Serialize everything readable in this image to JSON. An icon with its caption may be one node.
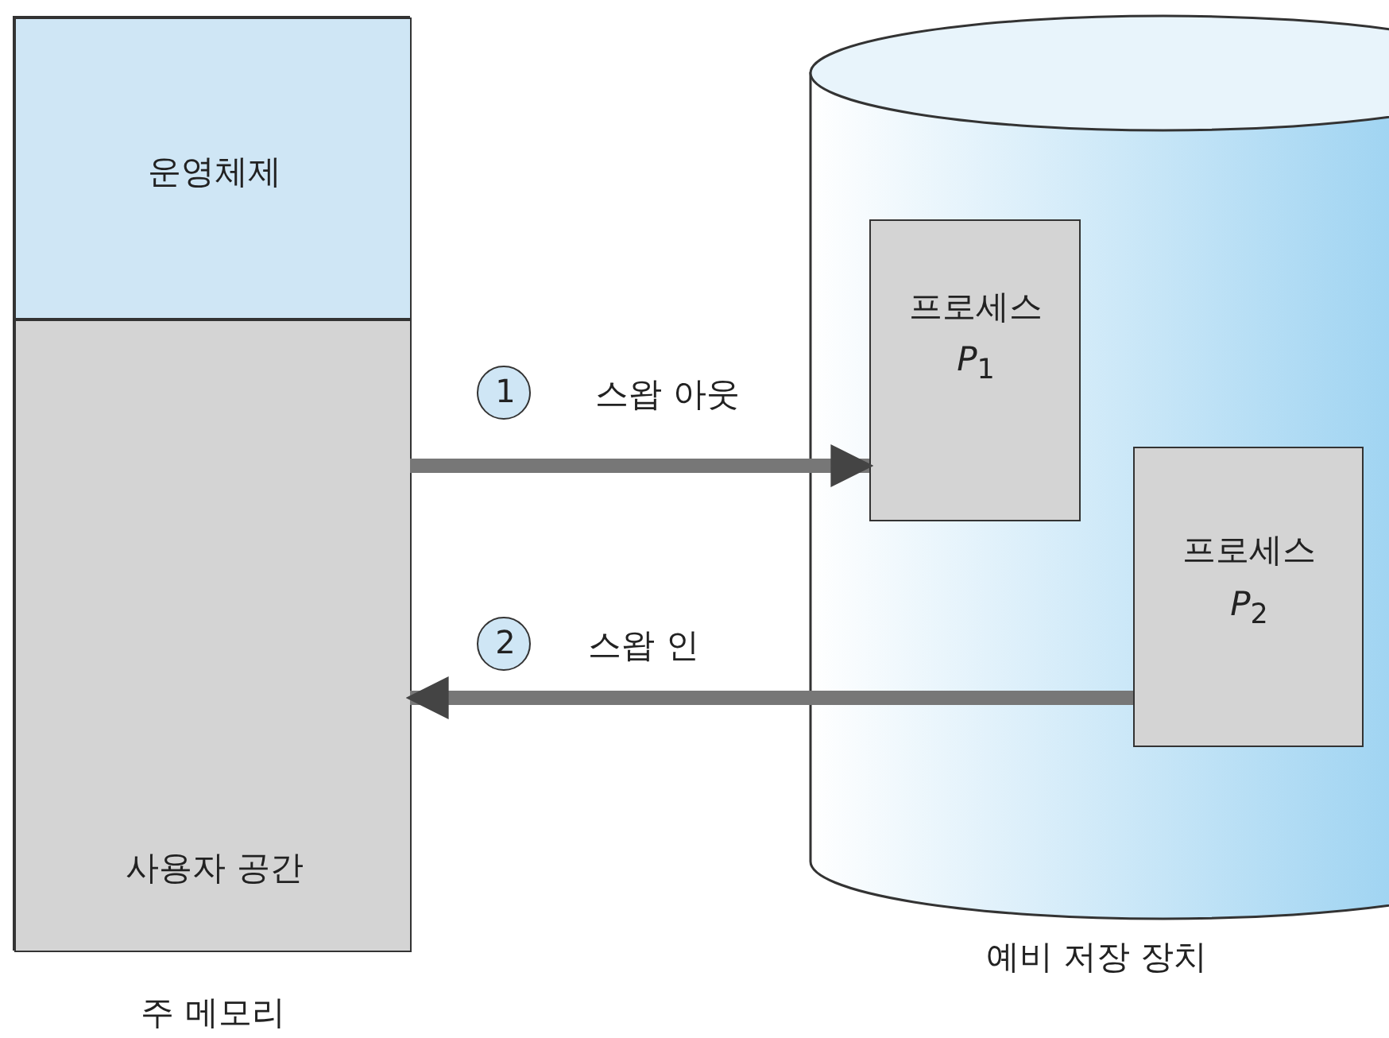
{
  "diagram": {
    "nodes": [
      {
        "text": [
          "주 메모리"
        ]
      },
      {
        "text": [
          "운영체제"
        ],
        "in": 0
      },
      {
        "text": [
          "사용자 공간"
        ],
        "in": 0
      },
      {
        "text": [
          "예비 저장 장치"
        ]
      },
      {
        "text": [
          "프로세스",
          "*P*$_{1}$"
        ],
        "in": 3
      },
      {
        "text": [
          "프로세스",
          "*P*$_{2}$"
        ],
        "in": 3
      },
      {
        "text": [
          "1"
        ]
      },
      {
        "text": [
          "2"
        ]
      }
    ],
    "edges": [
      {
        "from": 2,
        "to": 4,
        "arrow": "to",
        "label": "스왑 아웃"
      },
      {
        "from": 5,
        "to": 2,
        "arrow": "to",
        "label": "스왑 인"
      }
    ]
  }
}
